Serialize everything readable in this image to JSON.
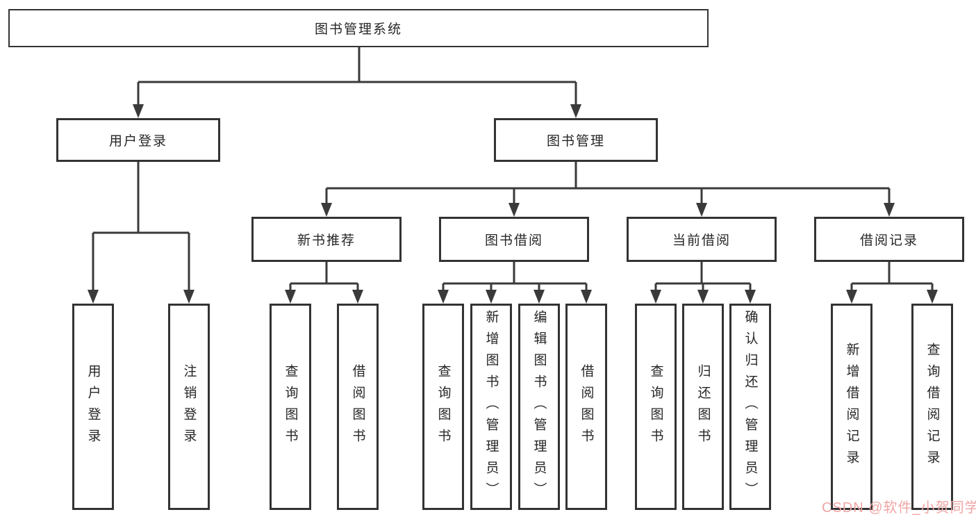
{
  "colors": {
    "line": "#3a3a3a",
    "border": "#333333",
    "text": "#262626",
    "watermark": "#efa6a4",
    "background": "#ffffff"
  },
  "tree": {
    "root": "图书管理系统",
    "branches": [
      {
        "label": "用户登录",
        "children": [
          "用户登录",
          "注销登录"
        ]
      },
      {
        "label": "图书管理",
        "sections": [
          {
            "label": "新书推荐",
            "children": [
              "查询图书",
              "借阅图书"
            ]
          },
          {
            "label": "图书借阅",
            "children": [
              "查询图书",
              "新增图书（管理员）",
              "编辑图书（管理员）",
              "借阅图书"
            ]
          },
          {
            "label": "当前借阅",
            "children": [
              "查询图书",
              "归还图书",
              "确认归还（管理员）"
            ]
          },
          {
            "label": "借阅记录",
            "children": [
              "新增借阅记录",
              "查询借阅记录"
            ]
          }
        ]
      }
    ]
  },
  "watermark": "CSDN @软件_小贺同学"
}
